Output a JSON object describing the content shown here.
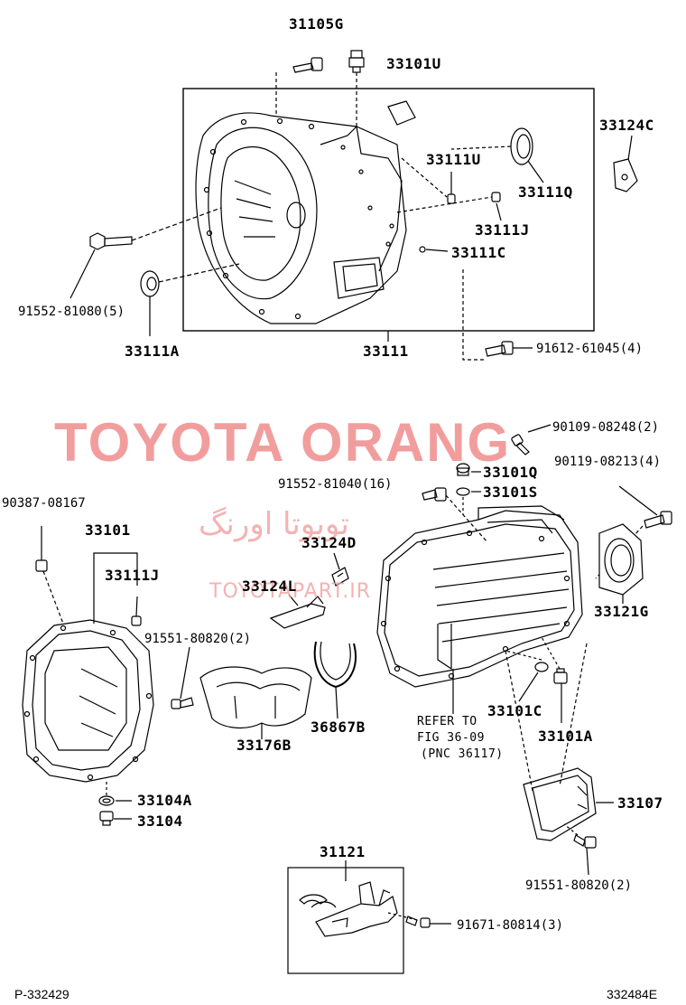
{
  "labels": {
    "p31105G": "31105G",
    "p33101U": "33101U",
    "p33124C": "33124C",
    "p33111U": "33111U",
    "p33111Q": "33111Q",
    "p33111J_top": "33111J",
    "p33111C": "33111C",
    "p91552_81080": "91552-81080(5)",
    "p33111A": "33111A",
    "p33111": "33111",
    "p91612_61045": "91612-61045(4)",
    "p90109_08248": "90109-08248(2)",
    "p33101Q": "33101Q",
    "p90119_08213": "90119-08213(4)",
    "p91552_81040": "91552-81040(16)",
    "p33101S": "33101S",
    "p90387_08167": "90387-08167",
    "p33101": "33101",
    "p33124D": "33124D",
    "p33111J": "33111J",
    "p33124L": "33124L",
    "p33121G": "33121G",
    "p91551_80820_a": "91551-80820(2)",
    "p33101C": "33101C",
    "p33101A": "33101A",
    "p33176B": "33176B",
    "p36867B": "36867B",
    "p33104A": "33104A",
    "p33104": "33104",
    "p33107": "33107",
    "p31121": "31121",
    "p91551_80820_b": "91551-80820(2)",
    "p91671_80814": "91671-80814(3)"
  },
  "note": {
    "line1": "REFER TO",
    "line2": "FIG 36-09",
    "line3": "(PNC 36117)"
  },
  "watermark": {
    "title": "TOYOTA ORANG",
    "persian": "تویوتا اورنگ",
    "site": "TOYOTAPART.IR",
    "color": "#f08c8c"
  },
  "footer": {
    "left": "P-332429",
    "right": "332484E"
  }
}
